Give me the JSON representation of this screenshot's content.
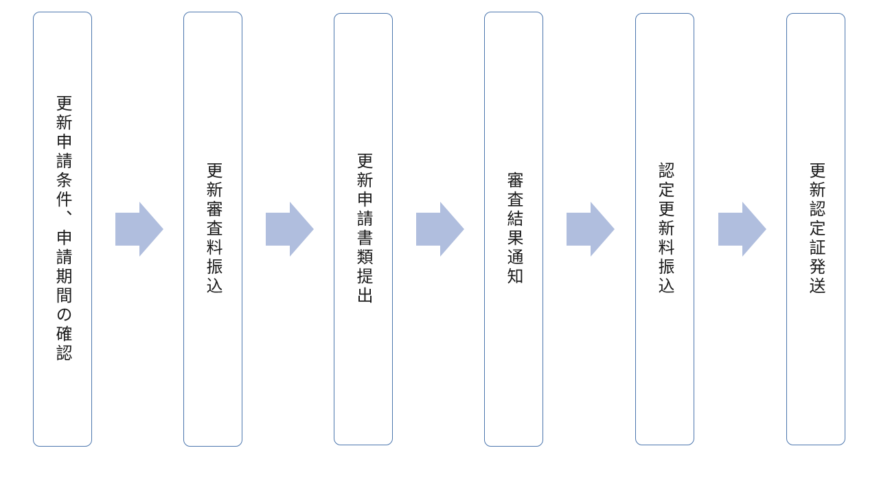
{
  "diagram": {
    "steps": [
      {
        "label": "更新申請条件、申請期間の確認"
      },
      {
        "label": "更新審査料振込"
      },
      {
        "label": "更新申請書類提出"
      },
      {
        "label": "審査結果通知"
      },
      {
        "label": "認定更新料振込"
      },
      {
        "label": "更新認定証発送"
      }
    ],
    "colors": {
      "box_border": "#4a75ad",
      "arrow_fill": "#b0bede",
      "text": "#1a1a1a"
    }
  }
}
